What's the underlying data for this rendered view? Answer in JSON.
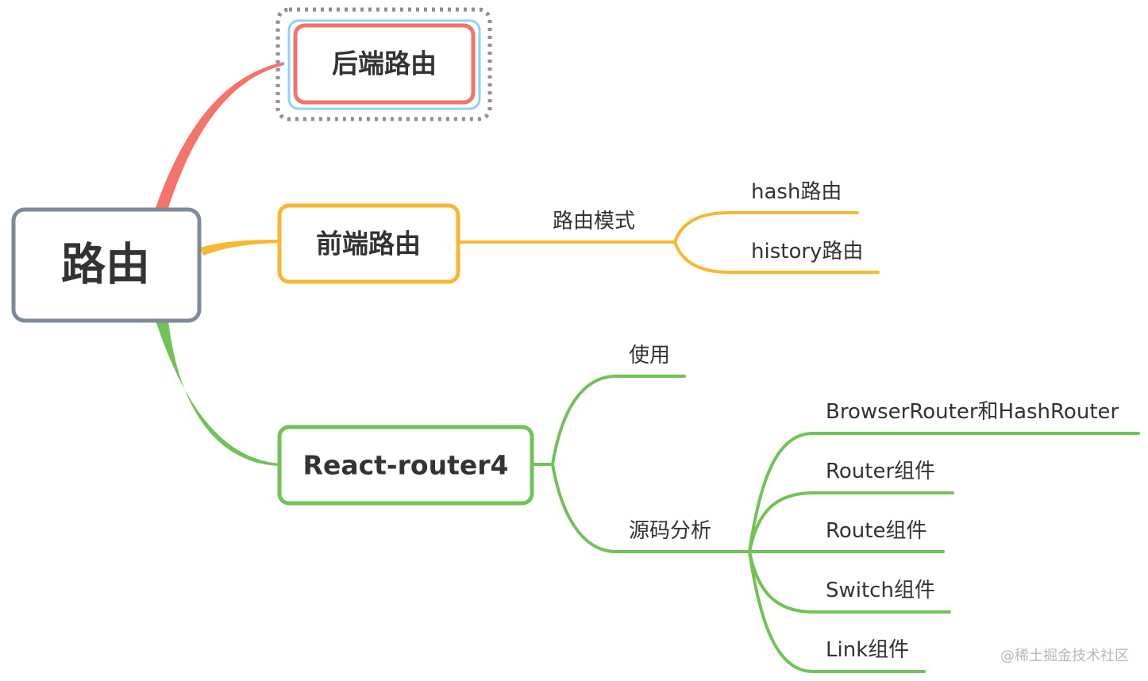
{
  "root": {
    "label": "路由",
    "border_color": "#7f8a99"
  },
  "branches": {
    "backend": {
      "label": "后端路由",
      "color": "#f4736a",
      "selected": true,
      "selection_color": "#8fd3ee"
    },
    "frontend": {
      "label": "前端路由",
      "color": "#f7b731",
      "children": {
        "mode": {
          "label": "路由模式",
          "children": {
            "hash": {
              "label": "hash路由"
            },
            "history": {
              "label": "history路由"
            }
          }
        }
      }
    },
    "react": {
      "label": "React-router4",
      "color": "#71c257",
      "children": {
        "usage": {
          "label": "使用"
        },
        "source": {
          "label": "源码分析",
          "children": {
            "browser": {
              "label": "BrowserRouter和HashRouter"
            },
            "router": {
              "label": "Router组件"
            },
            "route": {
              "label": "Route组件"
            },
            "switch": {
              "label": "Switch组件"
            },
            "link": {
              "label": "Link组件"
            }
          }
        }
      }
    }
  },
  "watermark": "@稀土掘金技术社区"
}
